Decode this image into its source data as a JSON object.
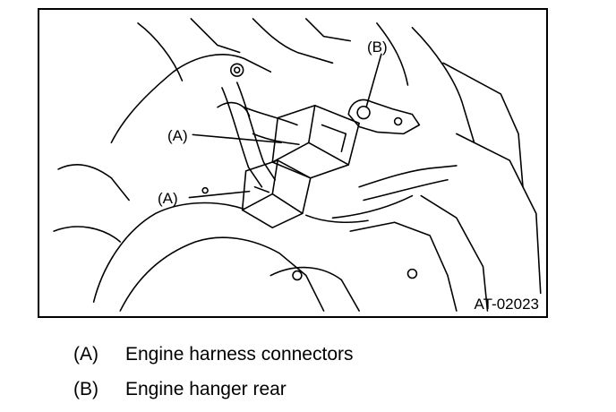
{
  "figure": {
    "callouts": [
      {
        "key": "b",
        "text": "(B)"
      },
      {
        "key": "a1",
        "text": "(A)"
      },
      {
        "key": "a2",
        "text": "(A)"
      }
    ],
    "figure_id": "AT-02023"
  },
  "legend": [
    {
      "code": "(A)",
      "label": "Engine harness connectors"
    },
    {
      "code": "(B)",
      "label": "Engine hanger rear"
    }
  ]
}
